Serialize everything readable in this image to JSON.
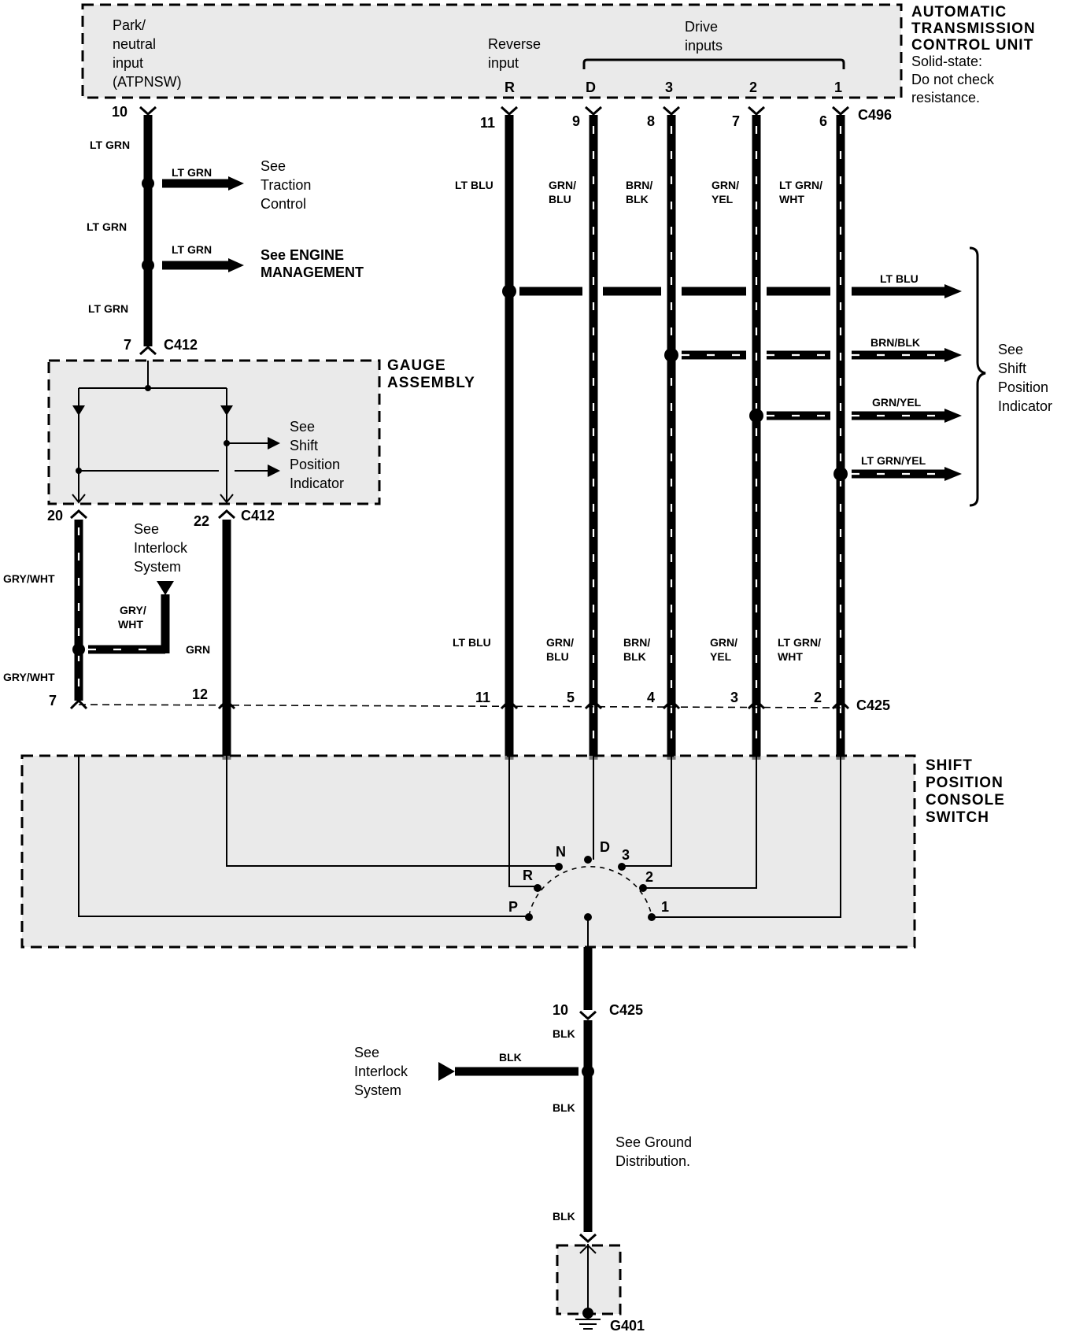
{
  "tcu": {
    "title": [
      "AUTOMATIC",
      "TRANSMISSION",
      "CONTROL UNIT"
    ],
    "note": [
      "Solid-state:",
      "Do not check",
      "resistance."
    ],
    "park_input": [
      "Park/",
      "neutral",
      "input",
      "(ATPNSW)"
    ],
    "reverse_input": [
      "Reverse",
      "input"
    ],
    "drive_inputs": [
      "Drive",
      "inputs"
    ],
    "terminals": [
      "R",
      "D",
      "3",
      "2",
      "1"
    ],
    "connector": "C496",
    "pins": [
      "10",
      "11",
      "9",
      "8",
      "7",
      "6"
    ]
  },
  "left_branch": {
    "wire_color": "LT GRN",
    "traction": [
      "See",
      "Traction",
      "Control"
    ],
    "engine": [
      "See ENGINE",
      "MANAGEMENT"
    ],
    "c412_top_pin": "7",
    "c412": "C412"
  },
  "gauge": {
    "title": [
      "GAUGE",
      "ASSEMBLY"
    ],
    "shift_ref": [
      "See",
      "Shift",
      "Position",
      "Indicator"
    ],
    "pins": [
      "20",
      "22"
    ],
    "connector": "C412"
  },
  "interlock_top": {
    "ref": [
      "See",
      "Interlock",
      "System"
    ],
    "wire": [
      "GRY/",
      "WHT"
    ],
    "gry_wht": "GRY/WHT",
    "grn": "GRN"
  },
  "wire_colors_top": [
    [
      "LT BLU"
    ],
    [
      "GRN/",
      "BLU"
    ],
    [
      "BRN/",
      "BLK"
    ],
    [
      "GRN/",
      "YEL"
    ],
    [
      "LT GRN/",
      "WHT"
    ]
  ],
  "wire_colors_bottom": [
    [
      "LT BLU"
    ],
    [
      "GRN/",
      "BLU"
    ],
    [
      "BRN/",
      "BLK"
    ],
    [
      "GRN/",
      "YEL"
    ],
    [
      "LT GRN/",
      "WHT"
    ]
  ],
  "spi_branches": [
    "LT BLU",
    "BRN/BLK",
    "GRN/YEL",
    "LT GRN/YEL"
  ],
  "spi_ref": [
    "See",
    "Shift",
    "Position",
    "Indicator"
  ],
  "c425": {
    "connector": "C425",
    "pins": [
      "7",
      "12",
      "11",
      "5",
      "4",
      "3",
      "2"
    ]
  },
  "switch": {
    "title": [
      "SHIFT",
      "POSITION",
      "CONSOLE",
      "SWITCH"
    ],
    "positions": [
      "P",
      "R",
      "N",
      "D",
      "3",
      "2",
      "1"
    ]
  },
  "ground": {
    "pin": "10",
    "connector": "C425",
    "wire": "BLK",
    "interlock": [
      "See",
      "Interlock",
      "System"
    ],
    "distribution": [
      "See Ground",
      "Distribution."
    ],
    "ground_id": "G401"
  }
}
